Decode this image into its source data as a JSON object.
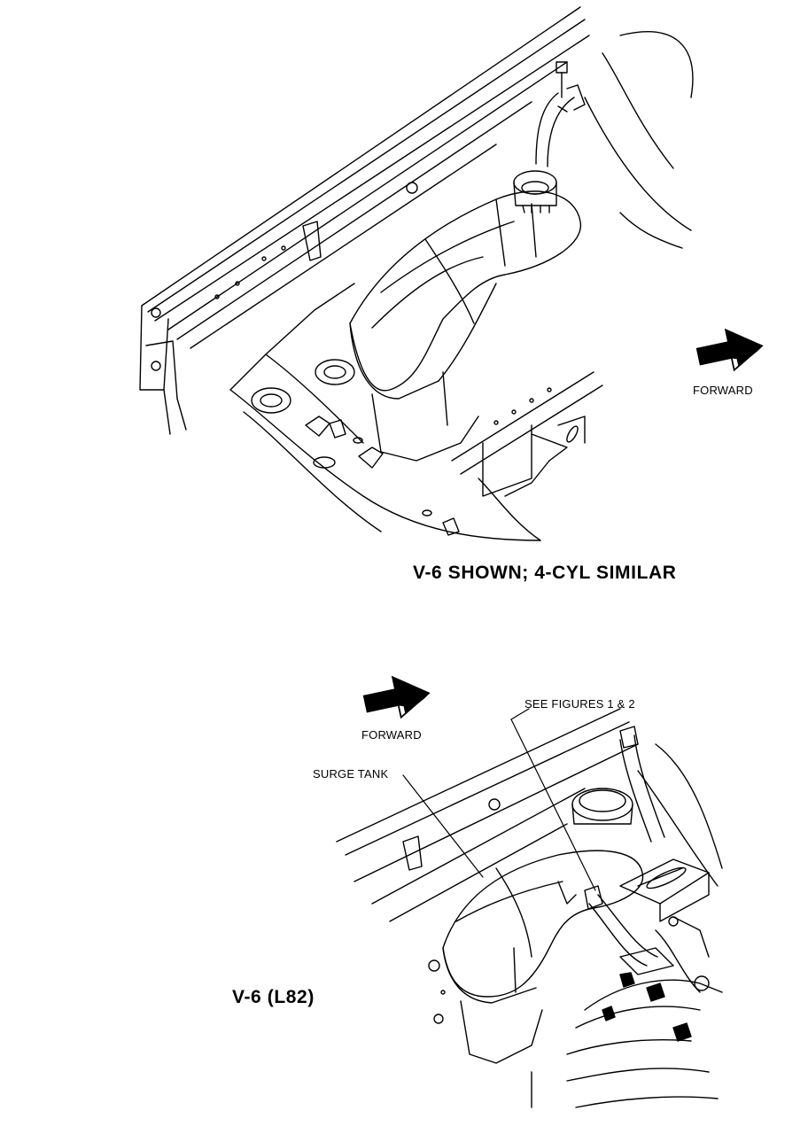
{
  "figure_top": {
    "forward_label": "FORWARD",
    "caption": "V-6  SHOWN; 4-CYL SIMILAR"
  },
  "figure_bottom": {
    "forward_label": "FORWARD",
    "see_figures_label": "SEE FIGURES 1 & 2",
    "surge_tank_label": "SURGE TANK",
    "caption": "V-6 (L82)"
  },
  "colors": {
    "ink": "#000000",
    "paper": "#ffffff"
  },
  "icons": [
    "forward-arrow-icon"
  ]
}
